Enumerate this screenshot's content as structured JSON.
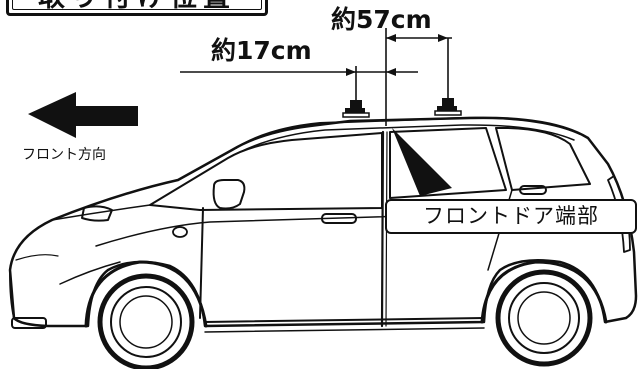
{
  "title": "取り付け位置",
  "dimensions": {
    "rack_spacing": "約57cm",
    "front_offset": "約17cm"
  },
  "direction_label": "フロント方向",
  "callout_label": "フロントドア端部"
}
